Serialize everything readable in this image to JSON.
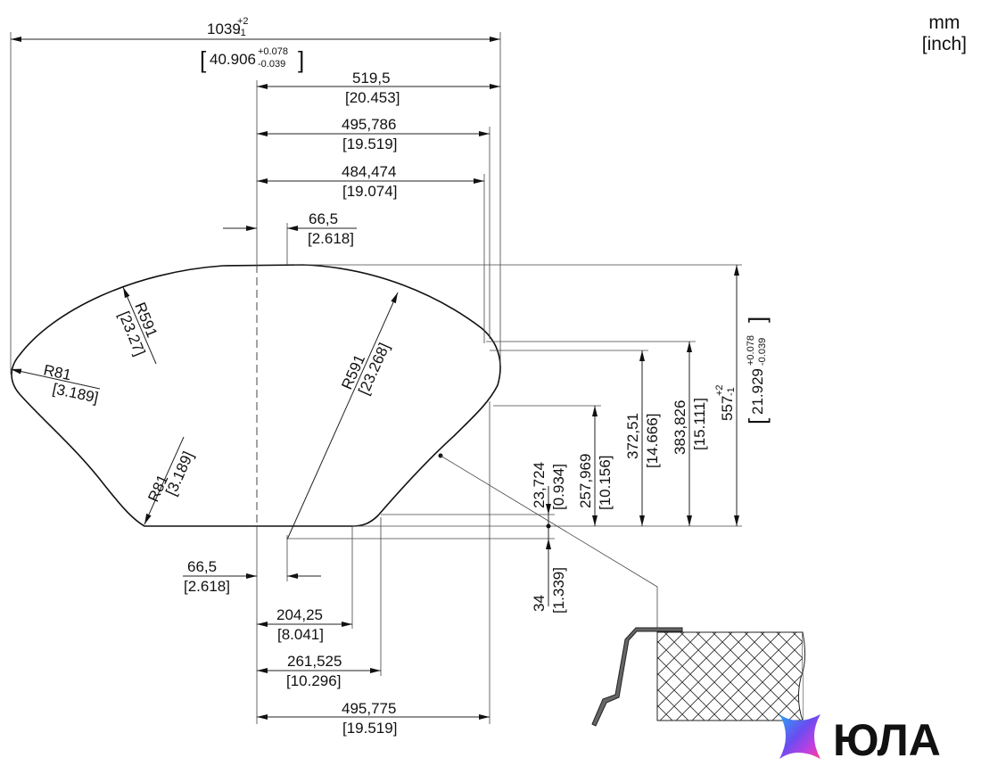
{
  "units": {
    "primary": "mm",
    "secondary": "[inch]"
  },
  "dimensions": {
    "overall_width": {
      "mm": "1039",
      "mm_tol_plus": "+2",
      "mm_tol_minus": "-1",
      "inch": "40.906",
      "inch_tol_plus": "+0.078",
      "inch_tol_minus": "-0.039"
    },
    "half_width": {
      "mm": "519,5",
      "inch": "[20.453]"
    },
    "top_width_1": {
      "mm": "495,786",
      "inch": "[19.519]"
    },
    "top_width_2": {
      "mm": "484,474",
      "inch": "[19.074]"
    },
    "top_offset": {
      "mm": "66,5",
      "inch": "[2.618]"
    },
    "radius_large_left": {
      "mm": "R591",
      "inch": "[23.27]"
    },
    "radius_small_left": {
      "mm": "R81",
      "inch": "[3.189]"
    },
    "radius_large_right": {
      "mm": "R591",
      "inch": "[23.268]"
    },
    "radius_small_bottom": {
      "mm": "R81",
      "inch": "[3.189]"
    },
    "bottom_offset": {
      "mm": "66,5",
      "inch": "[2.618]"
    },
    "bottom_width_1": {
      "mm": "204,25",
      "inch": "[8.041]"
    },
    "bottom_width_2": {
      "mm": "261,525",
      "inch": "[10.296]"
    },
    "bottom_width_3": {
      "mm": "495,775",
      "inch": "[19.519]"
    },
    "height_1": {
      "mm": "23,724",
      "inch": "[0.934]"
    },
    "height_2": {
      "mm": "257,969",
      "inch": "[10.156]"
    },
    "height_3": {
      "mm": "372,51",
      "inch": "[14.666]"
    },
    "height_4": {
      "mm": "383,826",
      "inch": "[15.111]"
    },
    "height_5": {
      "mm": "557",
      "mm_tol_plus": "+2",
      "mm_tol_minus": "-1"
    },
    "height_6": {
      "inch": "21.929",
      "inch_tol_plus": "+0.078",
      "inch_tol_minus": "-0.039"
    },
    "flange_depth": {
      "mm": "34",
      "inch": "[1.339]"
    }
  },
  "logo": {
    "text": "ЮЛА",
    "colors": [
      "#2aa3f5",
      "#6b4cf0",
      "#c040e0",
      "#ff3d8b"
    ]
  }
}
